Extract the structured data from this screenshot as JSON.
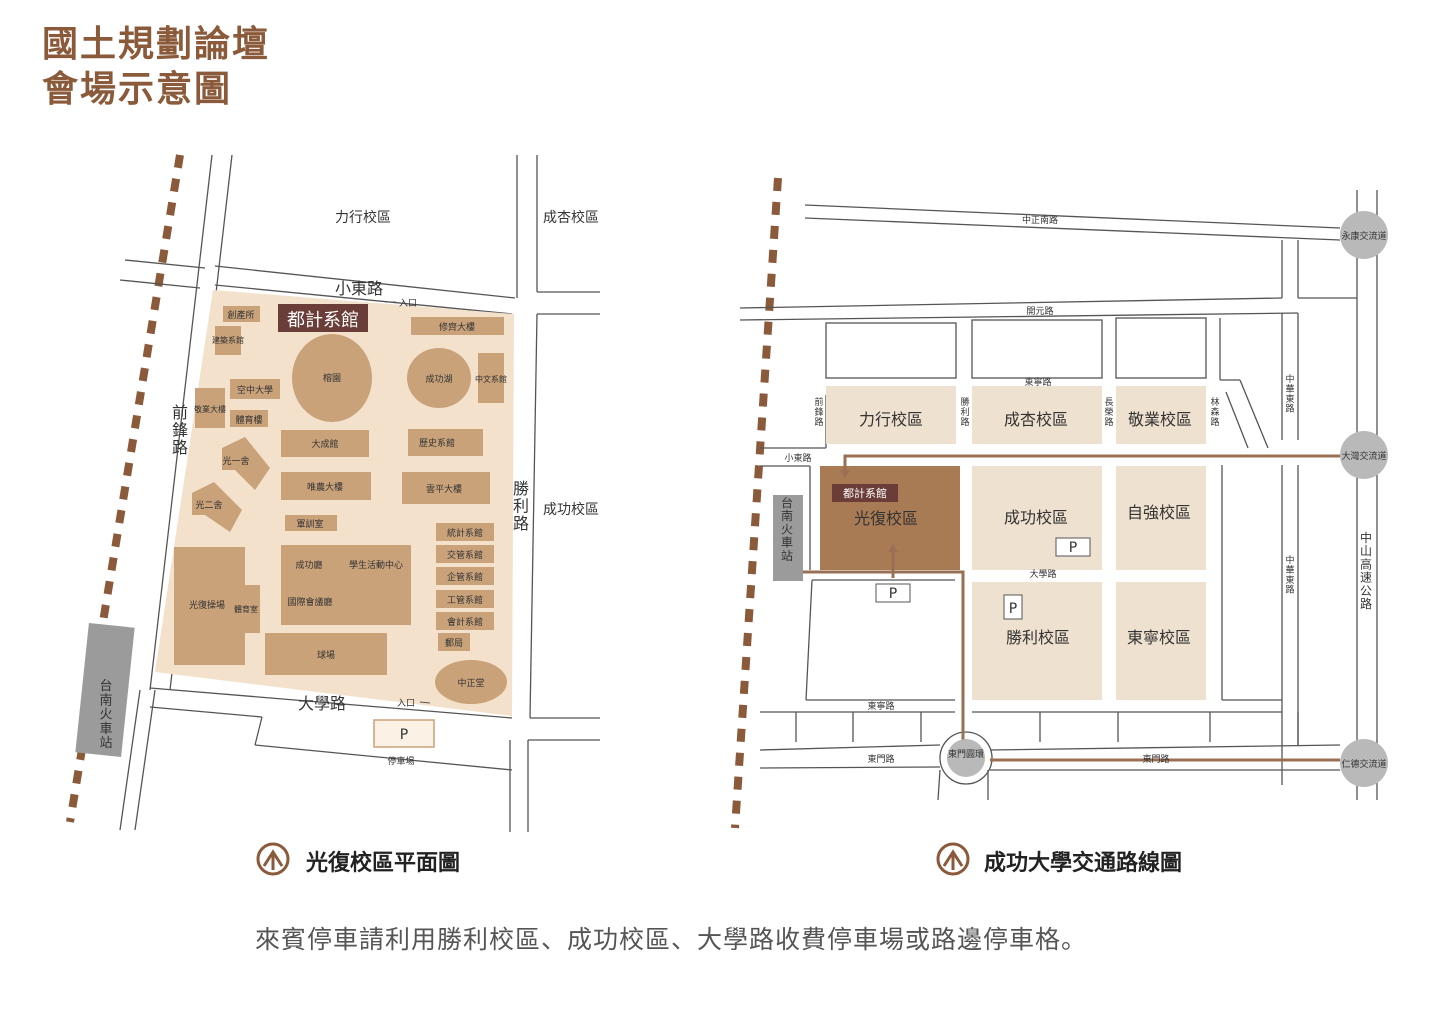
{
  "title": {
    "line1": "國土規劃論壇",
    "line2": "會場示意圖"
  },
  "left_map": {
    "caption": "光復校區平面圖",
    "areas": {
      "lixing": "力行校區",
      "chengxing": "成杏校區",
      "chenggong": "成功校區"
    },
    "roads": {
      "xiaodong": "小東路",
      "qianfeng": "前鋒路",
      "shengli": "勝利路",
      "daxue": "大學路"
    },
    "station": "台南火車站",
    "entrance_top": "入口",
    "entrance_bottom": "入口",
    "parking": "P",
    "parking_label": "停車場",
    "highlight": "都計系館",
    "buildings": {
      "chuangchan": "創產所",
      "jianzhu": "建築系館",
      "xiuqi": "修齊大樓",
      "zhongwen": "中文系館",
      "rongyuan": "榕園",
      "chenggonghu": "成功湖",
      "kongzhong": "空中大學",
      "dingnong": "敬業大樓",
      "tiyu": "體育樓",
      "guangyi": "光一舍",
      "guanger": "光二舍",
      "dacheng": "大成館",
      "lishi": "歷史系館",
      "weinong": "唯農大樓",
      "yunping": "雲平大樓",
      "junxun": "軍訓室",
      "tongji": "統計系館",
      "jiaoguan": "交管系館",
      "qiguan": "企管系館",
      "gongguan": "工管系館",
      "kuaiji": "會計系館",
      "youju": "郵局",
      "chenggongting": "成功廳",
      "xuesheng": "學生活動中心",
      "guoji": "國際會議廳",
      "guangfu_field": "光復操場",
      "gym": "體育室",
      "qiuchang": "球場",
      "zhongzheng": "中正堂"
    }
  },
  "right_map": {
    "caption": "成功大學交通路線圖",
    "roads": {
      "zhongzhengnan": "中正南路",
      "kaiyuan": "開元路",
      "dongning_top": "東寧路",
      "xiaodong": "小東路",
      "daxue": "大學路",
      "dongning_bottom": "東寧路",
      "dongmen_left": "東門路",
      "dongmen_right": "東門路",
      "qianfeng": "前鋒路",
      "shengli": "勝利路",
      "changrong": "長榮路",
      "linsen": "林森路",
      "zhonghua_top": "中華東路",
      "zhonghua_mid": "中華東路",
      "highway": "中山高速公路"
    },
    "interchanges": {
      "yongkang": "永康交流道",
      "dawan": "大灣交流道",
      "rende": "仁德交流道"
    },
    "roundabout": "東門圓環",
    "station": "台南火車站",
    "highlight": "都計系館",
    "campuses": {
      "lixing": "力行校區",
      "chengxing": "成杏校區",
      "jingye": "敬業校區",
      "guangfu": "光復校區",
      "chenggong": "成功校區",
      "ziqiang": "自強校區",
      "shengli": "勝利校區",
      "dongning": "東寧校區"
    },
    "parking": [
      "P",
      "P",
      "P"
    ]
  },
  "note": "來賓停車請利用勝利校區、成功校區、大學路收費停車場或路邊停車格。",
  "colors": {
    "brand": "#8a5a3a",
    "campus": "#f3e1cc",
    "building": "#c9a27a",
    "highlight": "#a97b55",
    "route": "#9a7055",
    "rail": "#8b5a3b"
  },
  "icons": {
    "caption_icon": "north-arrow-icon",
    "rail": "railway-icon"
  }
}
